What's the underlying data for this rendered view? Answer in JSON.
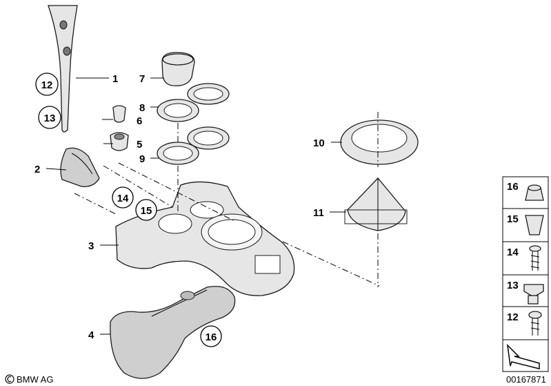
{
  "callouts": {
    "c1": "1",
    "c2": "2",
    "c3": "3",
    "c4": "4",
    "c5": "5",
    "c6": "6",
    "c7": "7",
    "c8": "8",
    "c9": "9",
    "c10": "10",
    "c11": "11",
    "c12": "12",
    "c13": "13",
    "c14": "14",
    "c15": "15",
    "c16": "16"
  },
  "legend": {
    "items": [
      "16",
      "15",
      "14",
      "13",
      "12"
    ]
  },
  "footer": {
    "brand": "BMW AG",
    "doc_number": "00167871"
  }
}
